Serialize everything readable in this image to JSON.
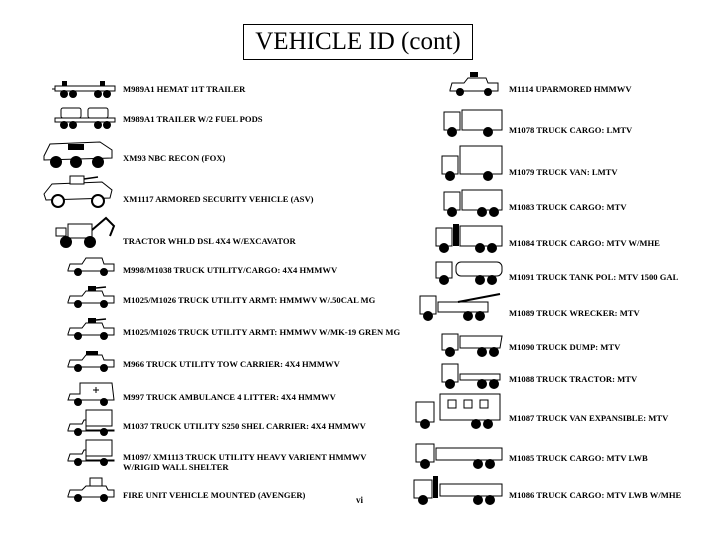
{
  "title": "VEHICLE ID (cont)",
  "page_number": "vi",
  "left_column": [
    {
      "label": "M989A1 HEMAT 11T TRAILER",
      "icon": "trailer-icon"
    },
    {
      "label": "M989A1 TRAILER W/2 FUEL PODS",
      "icon": "fuel-pod-trailer-icon"
    },
    {
      "label": "XM93 NBC RECON (FOX)",
      "icon": "recon-vehicle-icon"
    },
    {
      "label": "XM1117 ARMORED SECURITY VEHICLE (ASV)",
      "icon": "armored-vehicle-icon"
    },
    {
      "label": "TRACTOR  WHLD DSL 4X4 W/EXCAVATOR",
      "icon": "excavator-tractor-icon"
    },
    {
      "label": "M998/M1038 TRUCK UTILITY/CARGO:  4X4 HMMWV",
      "icon": "hmmwv-icon"
    },
    {
      "label": "M1025/M1026 TRUCK UTILITY ARMT:  HMMWV W/.50CAL MG",
      "icon": "hmmwv-armed-icon"
    },
    {
      "label": "M1025/M1026 TRUCK UTILITY ARMT:  HMMWV W/MK-19 GREN MG",
      "icon": "hmmwv-armed-icon"
    },
    {
      "label": "M966 TRUCK UTILITY TOW CARRIER:  4X4 HMMWV",
      "icon": "hmmwv-tow-icon"
    },
    {
      "label": "M997 TRUCK AMBULANCE 4 LITTER: 4X4 HMMWV",
      "icon": "hmmwv-ambulance-icon"
    },
    {
      "label": "M1037 TRUCK UTILITY S250 SHEL CARRIER: 4X4 HMMWV",
      "icon": "hmmwv-shelter-icon"
    },
    {
      "label": "M1097/ XM1113 TRUCK UTILITY HEAVY VARIENT HMMWV",
      "label2": "W/RIGID WALL SHELTER",
      "icon": "hmmwv-heavy-shelter-icon"
    },
    {
      "label": "FIRE UNIT VEHICLE MOUNTED (AVENGER)",
      "icon": "avenger-icon"
    }
  ],
  "right_column": [
    {
      "label": "M1114 UPARMORED HMMWV",
      "icon": "uparmored-hmmwv-icon"
    },
    {
      "label": "M1078 TRUCK CARGO:  LMTV",
      "icon": "cargo-truck-icon"
    },
    {
      "label": "M1079 TRUCK VAN:  LMTV",
      "icon": "van-truck-icon"
    },
    {
      "label": "M1083 TRUCK CARGO: MTV",
      "icon": "cargo-truck-icon"
    },
    {
      "label": "M1084 TRUCK CARGO:  MTV W/MHE",
      "icon": "cargo-truck-crane-icon"
    },
    {
      "label": "M1091 TRUCK TANK POL: MTV 1500 GAL",
      "icon": "tank-truck-icon"
    },
    {
      "label": "M1089 TRUCK WRECKER:  MTV",
      "icon": "wrecker-truck-icon"
    },
    {
      "label": "M1090 TRUCK DUMP:  MTV",
      "icon": "dump-truck-icon"
    },
    {
      "label": "M1088 TRUCK TRACTOR:  MTV",
      "icon": "tractor-truck-icon"
    },
    {
      "label": "M1087 TRUCK VAN EXPANSIBLE:  MTV",
      "icon": "expansible-van-icon"
    },
    {
      "label": "M1085 TRUCK CARGO:  MTV LWB",
      "icon": "cargo-truck-lwb-icon"
    },
    {
      "label": "M1086 TRUCK CARGO:  MTV LWB W/MHE",
      "icon": "cargo-truck-lwb-crane-icon"
    }
  ]
}
